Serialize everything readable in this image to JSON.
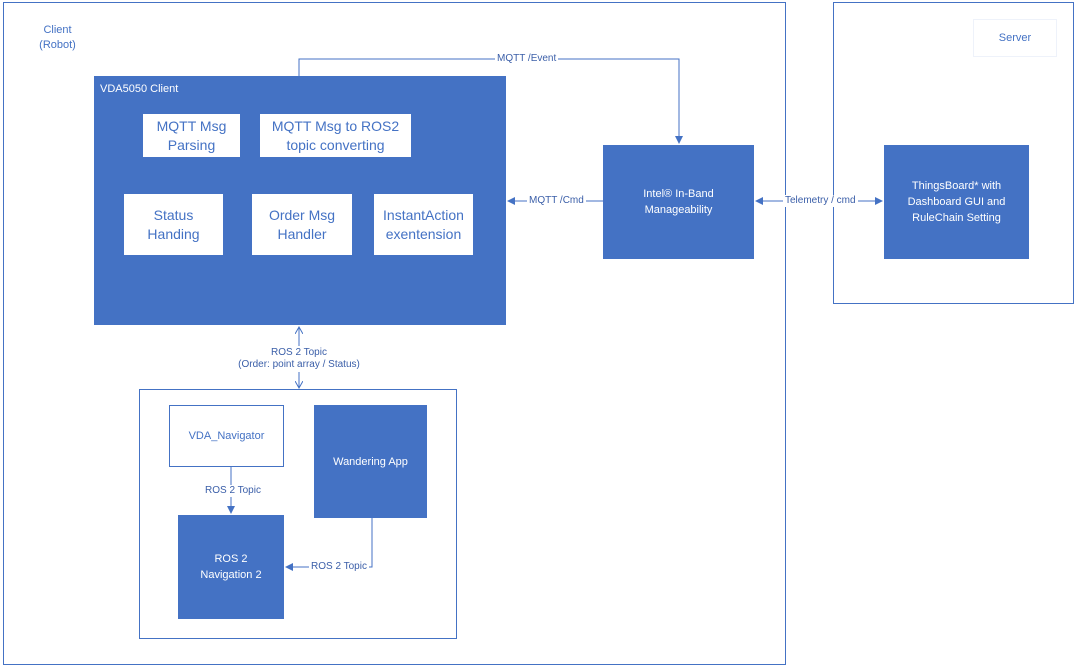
{
  "client": {
    "label_line1": "Client",
    "label_line2": "(Robot)"
  },
  "server": {
    "label": "Server"
  },
  "vda": {
    "title": "VDA5050 Client",
    "mqtt_parsing": [
      "MQTT Msg",
      "Parsing"
    ],
    "mqtt_to_ros2": [
      "MQTT Msg to ROS2",
      "topic converting"
    ],
    "status_handing": [
      "Status",
      "Handing"
    ],
    "order_handler": [
      "Order Msg",
      "Handler"
    ],
    "instant_action": [
      "InstantAction",
      "exentension"
    ]
  },
  "inband": {
    "line1": "Intel® In-Band",
    "line2": "Manageability"
  },
  "thingsboard": {
    "line1": "ThingsBoard* with",
    "line2": "Dashboard GUI and",
    "line3": "RuleChain Setting"
  },
  "navigator": {
    "label": "VDA_Navigator"
  },
  "wandering": {
    "label": "Wandering App"
  },
  "ros2nav": {
    "line1": "ROS 2",
    "line2": "Navigation 2"
  },
  "edges": {
    "mqtt_event": "MQTT /Event",
    "mqtt_cmd": "MQTT /Cmd",
    "telemetry": "Telemetry / cmd",
    "ros2_topic_line1": "ROS 2 Topic",
    "ros2_topic_line2": "(Order: point array / Status)",
    "ros2_topic_nav": "ROS 2 Topic",
    "ros2_topic_wander": "ROS 2 Topic"
  },
  "colors": {
    "accent": "#4472c4",
    "text_dark": "#3a5ea8"
  }
}
